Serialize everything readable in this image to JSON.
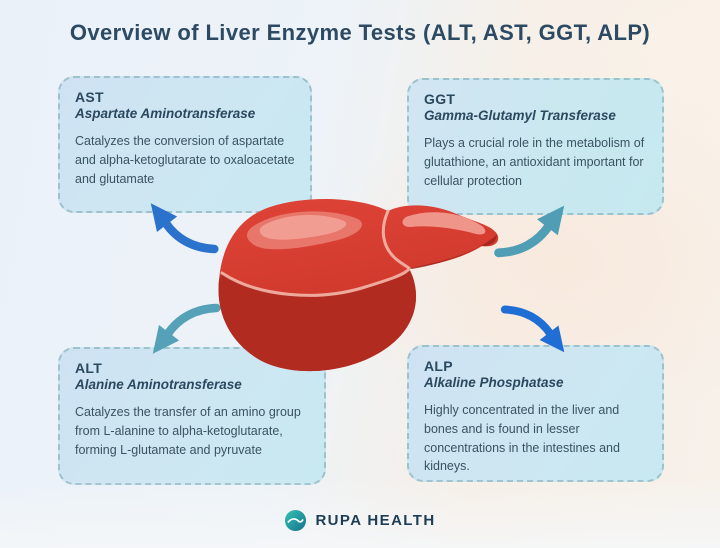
{
  "title": "Overview of Liver Enzyme Tests (ALT, AST, GGT, ALP)",
  "cards": [
    {
      "abbr": "AST",
      "full_name": "Aspartate Aminotransferase",
      "description": "Catalyzes the conversion of aspartate and alpha-ketoglutarate to oxaloacetate and glutamate"
    },
    {
      "abbr": "GGT",
      "full_name": "Gamma-Glutamyl Transferase",
      "description": "Plays a crucial role in the metabolism of glutathione, an antioxidant important for cellular protection"
    },
    {
      "abbr": "ALT",
      "full_name": "Alanine Aminotransferase",
      "description": "Catalyzes the transfer of an amino group from L-alanine to alpha-ketoglutarate, forming L-glutamate and pyruvate"
    },
    {
      "abbr": "ALP",
      "full_name": "Alkaline Phosphatase",
      "description": "Highly concentrated in the liver and bones and is found in lesser concentrations in the intestines and kidneys."
    }
  ],
  "footer": {
    "brand": "RUPA HEALTH"
  },
  "icons": {
    "liver": "liver-illustration",
    "logo": "rupa-health-swoosh-icon",
    "arrows": [
      "arrow-to-ast",
      "arrow-to-ggt",
      "arrow-to-alt",
      "arrow-to-alp"
    ]
  },
  "colors": {
    "title_text": "#2c4a63",
    "card_border_dashed": "#9dc2cc",
    "card_bg_blue": "#cfe2f3",
    "card_bg_cyan": "#c8e9f1",
    "body_text": "#3a5361",
    "arrow_top_left_blue": "#2a72cc",
    "arrow_top_right_teal": "#4f9eb5",
    "arrow_bottom_left_teal": "#55a2b8",
    "arrow_bottom_right_blue": "#1f6ed4",
    "liver_red": "#d63a2e",
    "liver_dark_lobe": "#b12b21",
    "liver_highlight": "#f19d92",
    "brand_text": "#1d3d56",
    "logo_teal": "#2fbcab"
  }
}
